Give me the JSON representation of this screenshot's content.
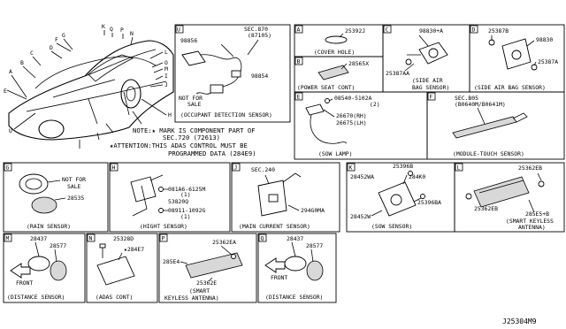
{
  "diagram_id": "J25304M9",
  "car_callouts": [
    "K",
    "Q",
    "P",
    "N",
    "G",
    "F",
    "D",
    "C",
    "B",
    "A",
    "E",
    "L",
    "O",
    "M",
    "I",
    "J",
    "H",
    "U"
  ],
  "notes": {
    "note_line1": "NOTE:★ MARK IS COMPONENT PART OF",
    "note_line2": "SEC.720 (72613)",
    "attention_line1": "★ATTENTION:THIS ADAS CONTROL MUST BE",
    "attention_line2": "PROGRAMMED DATA (284E9)"
  },
  "panels": {
    "U": {
      "tag": "U",
      "caption": "(OCCUPANT DETECTION SENSOR)",
      "parts": [
        "98856",
        "SEC.870",
        "(87105)",
        "98854",
        "NOT FOR",
        "SALE"
      ]
    },
    "A": {
      "tag": "A",
      "caption": "(COVER HOLE)",
      "parts": [
        "25392J"
      ]
    },
    "B": {
      "tag": "B",
      "caption": "(POWER SEAT CONT)",
      "parts": [
        "28565X"
      ]
    },
    "C": {
      "tag": "C",
      "caption_line1": "(SIDE AIR",
      "caption_line2": "BAG SENSOR)",
      "parts": [
        "98830+A",
        "25387AA"
      ]
    },
    "D": {
      "tag": "D",
      "caption": "(SIDE AIR BAG SENSOR)",
      "parts": [
        "25387B",
        "98830",
        "25387A"
      ]
    },
    "E": {
      "tag": "E",
      "caption": "(SOW LAMP)",
      "parts": [
        "08540-5102A",
        "(2)",
        "26670(RH)",
        "26675(LH)"
      ]
    },
    "F": {
      "tag": "F",
      "caption": "(MODULE-TOUCH SENSOR)",
      "parts": [
        "SEC.B05",
        "(B0640M/B0641M)"
      ]
    },
    "G": {
      "tag": "G",
      "caption": "(RAIN SENSOR)",
      "parts": [
        "NOT FOR",
        "SALE",
        "28535"
      ]
    },
    "H": {
      "tag": "H",
      "caption": "(HIGHT SENSOR)",
      "parts": [
        "081A6-6125M",
        "(1)",
        "53820Q",
        "08911-1092G",
        "(1)"
      ]
    },
    "J": {
      "tag": "J",
      "caption": "(MAIN CURRENT SENSOR)",
      "parts": [
        "SEC.240",
        "294G0MA"
      ]
    },
    "K": {
      "tag": "K",
      "caption": "(SOW SENSOR)",
      "parts": [
        "25396B",
        "28452WA",
        "284K0",
        "25396BA",
        "28452W"
      ]
    },
    "L": {
      "tag": "L",
      "caption_line1": "(SMART KEYLESS",
      "caption_line2": "ANTENNA)",
      "parts": [
        "25362EB",
        "25362EB",
        "285E5+B"
      ]
    },
    "M": {
      "tag": "M",
      "caption": "(DISTANCE SENSOR)",
      "parts": [
        "28437",
        "28577",
        "FRONT"
      ]
    },
    "N": {
      "tag": "N",
      "caption": "(ADAS CONT)",
      "parts": [
        "25328D",
        "★284E7"
      ]
    },
    "P": {
      "tag": "P",
      "caption_line1": "(SMART",
      "caption_line2": "KEYLESS ANTENNA)",
      "parts": [
        "25362EA",
        "285E4",
        "25362E"
      ]
    },
    "Q": {
      "tag": "Q",
      "caption": "(DISTANCE SENSOR)",
      "parts": [
        "28437",
        "28577",
        "FRONT"
      ]
    }
  }
}
